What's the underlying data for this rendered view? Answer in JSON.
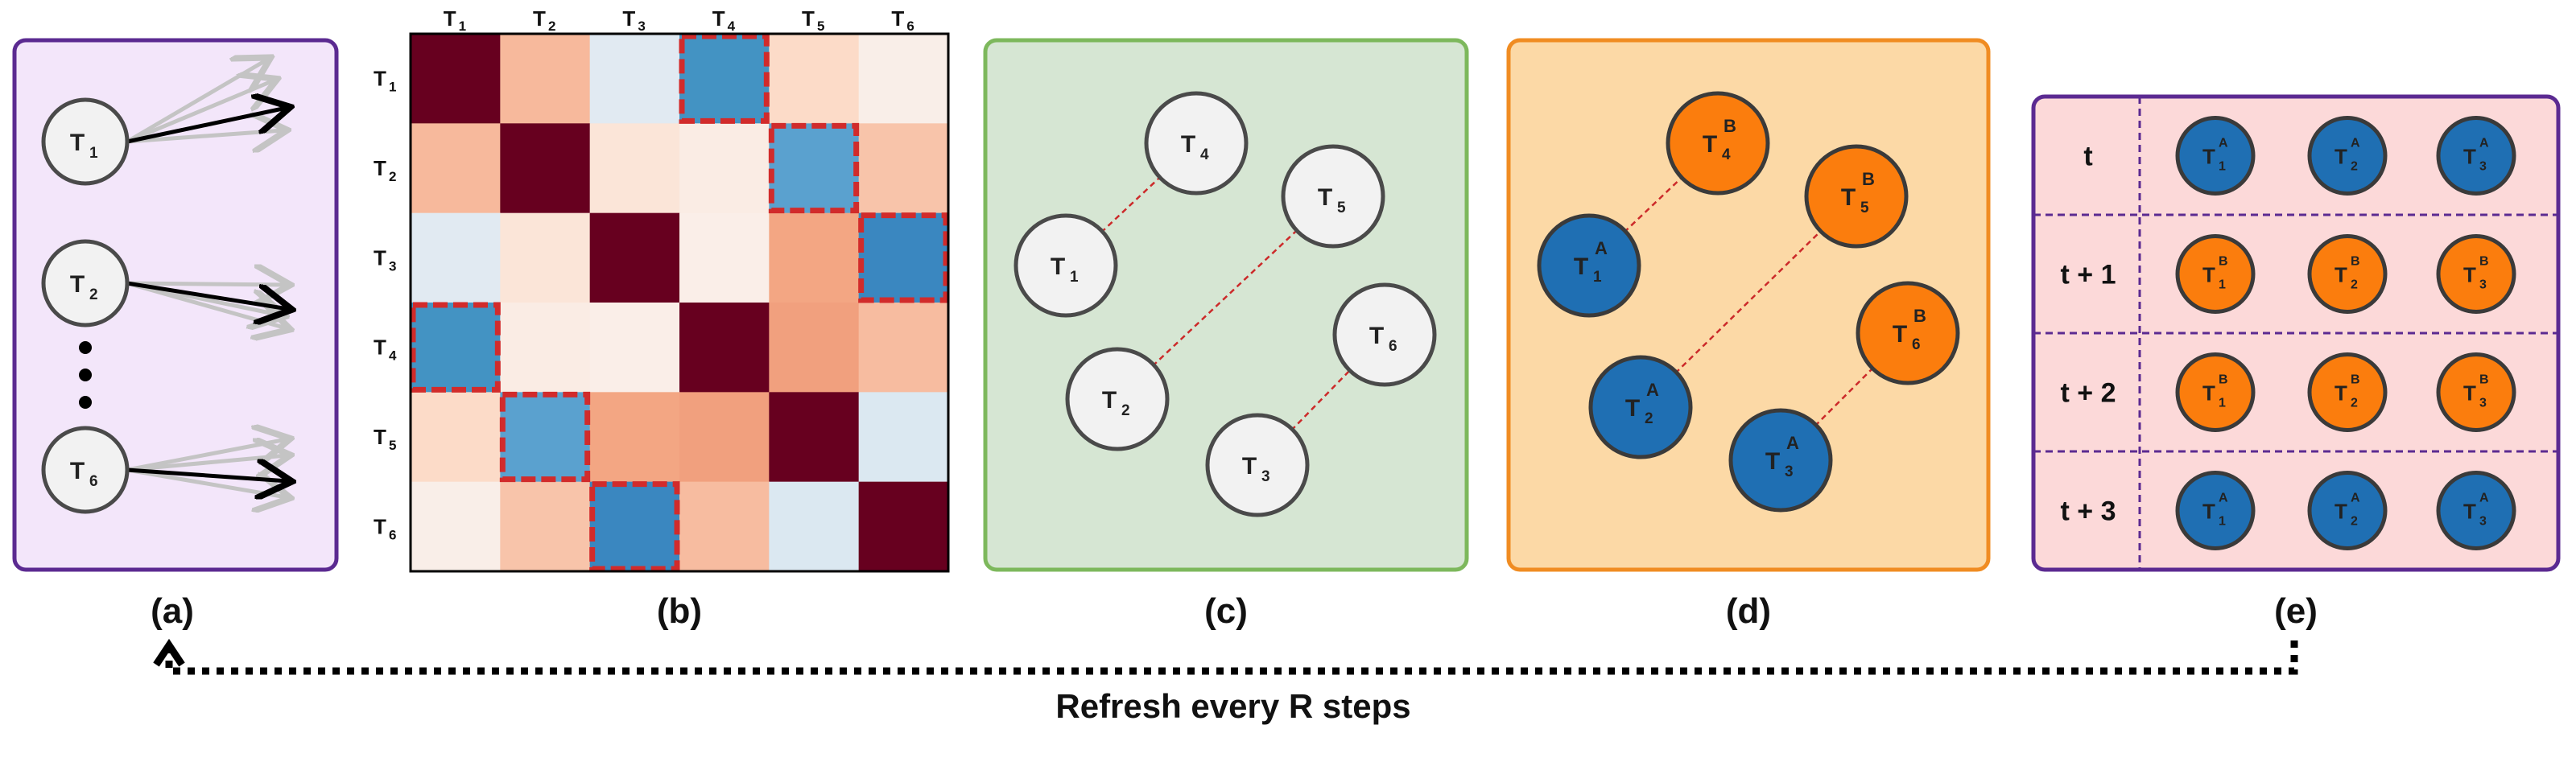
{
  "node_base": "T",
  "panel_a": {
    "nodes": [
      {
        "sub": "1"
      },
      {
        "sub": "2"
      },
      {
        "sub": "6"
      }
    ]
  },
  "panel_b": {
    "labels": [
      {
        "base": "T",
        "sub": "1"
      },
      {
        "base": "T",
        "sub": "2"
      },
      {
        "base": "T",
        "sub": "3"
      },
      {
        "base": "T",
        "sub": "4"
      },
      {
        "base": "T",
        "sub": "5"
      },
      {
        "base": "T",
        "sub": "6"
      }
    ],
    "colors": [
      [
        "#67001f",
        "#f7b99c",
        "#e1eaf2",
        "#4393c3",
        "#fcdbc8",
        "#f9eee8"
      ],
      [
        "#f7b99c",
        "#67001f",
        "#fbe5d8",
        "#faece4",
        "#5aa1cf",
        "#f8c4aa"
      ],
      [
        "#e1eaf2",
        "#fbe5d8",
        "#67001f",
        "#faeee8",
        "#f3a683",
        "#3a87c0"
      ],
      [
        "#4393c3",
        "#faece4",
        "#faeee8",
        "#67001f",
        "#f1a07e",
        "#f7bca0"
      ],
      [
        "#fcdbc8",
        "#5aa1cf",
        "#f3a683",
        "#f1a07e",
        "#67001f",
        "#dbe8f1"
      ],
      [
        "#f9eee8",
        "#f8c4aa",
        "#3a87c0",
        "#f7bca0",
        "#dbe8f1",
        "#67001f"
      ]
    ],
    "highlighted": [
      [
        0,
        3
      ],
      [
        1,
        4
      ],
      [
        2,
        5
      ],
      [
        3,
        0
      ],
      [
        4,
        1
      ],
      [
        5,
        2
      ]
    ]
  },
  "panel_c": {
    "nodes": [
      {
        "sub": "1"
      },
      {
        "sub": "2"
      },
      {
        "sub": "3"
      },
      {
        "sub": "4"
      },
      {
        "sub": "5"
      },
      {
        "sub": "6"
      }
    ]
  },
  "panel_d": {
    "nodes": [
      {
        "sub": "1",
        "group": "A"
      },
      {
        "sub": "2",
        "group": "A"
      },
      {
        "sub": "3",
        "group": "A"
      },
      {
        "sub": "4",
        "group": "B"
      },
      {
        "sub": "5",
        "group": "B"
      },
      {
        "sub": "6",
        "group": "B"
      }
    ]
  },
  "panel_e": {
    "rows": [
      {
        "label": "t",
        "cells": [
          {
            "sub": "1",
            "group": "A"
          },
          {
            "sub": "2",
            "group": "A"
          },
          {
            "sub": "3",
            "group": "A"
          }
        ]
      },
      {
        "label": "t + 1",
        "cells": [
          {
            "sub": "1",
            "group": "B"
          },
          {
            "sub": "2",
            "group": "B"
          },
          {
            "sub": "3",
            "group": "B"
          }
        ]
      },
      {
        "label": "t + 2",
        "cells": [
          {
            "sub": "1",
            "group": "B"
          },
          {
            "sub": "2",
            "group": "B"
          },
          {
            "sub": "3",
            "group": "B"
          }
        ]
      },
      {
        "label": "t + 3",
        "cells": [
          {
            "sub": "1",
            "group": "A"
          },
          {
            "sub": "2",
            "group": "A"
          },
          {
            "sub": "3",
            "group": "A"
          }
        ]
      }
    ]
  },
  "captions": {
    "a": "(a)",
    "b": "(b)",
    "c": "(c)",
    "d": "(d)",
    "e": "(e)"
  },
  "refresh_label": "Refresh every R steps",
  "colors": {
    "group_a": "#1f6fb3",
    "group_b": "#fb7d0d",
    "panel_a_bg": "#f3e6fa",
    "panel_c_bg": "#d6e6d3",
    "panel_d_bg": "#fcd9a6",
    "panel_e_bg": "#fcd9d9",
    "purple_border": "#5b2a91",
    "green_border": "#7db85c",
    "orange_border": "#f08c22",
    "edge": "#cc2a2a"
  }
}
